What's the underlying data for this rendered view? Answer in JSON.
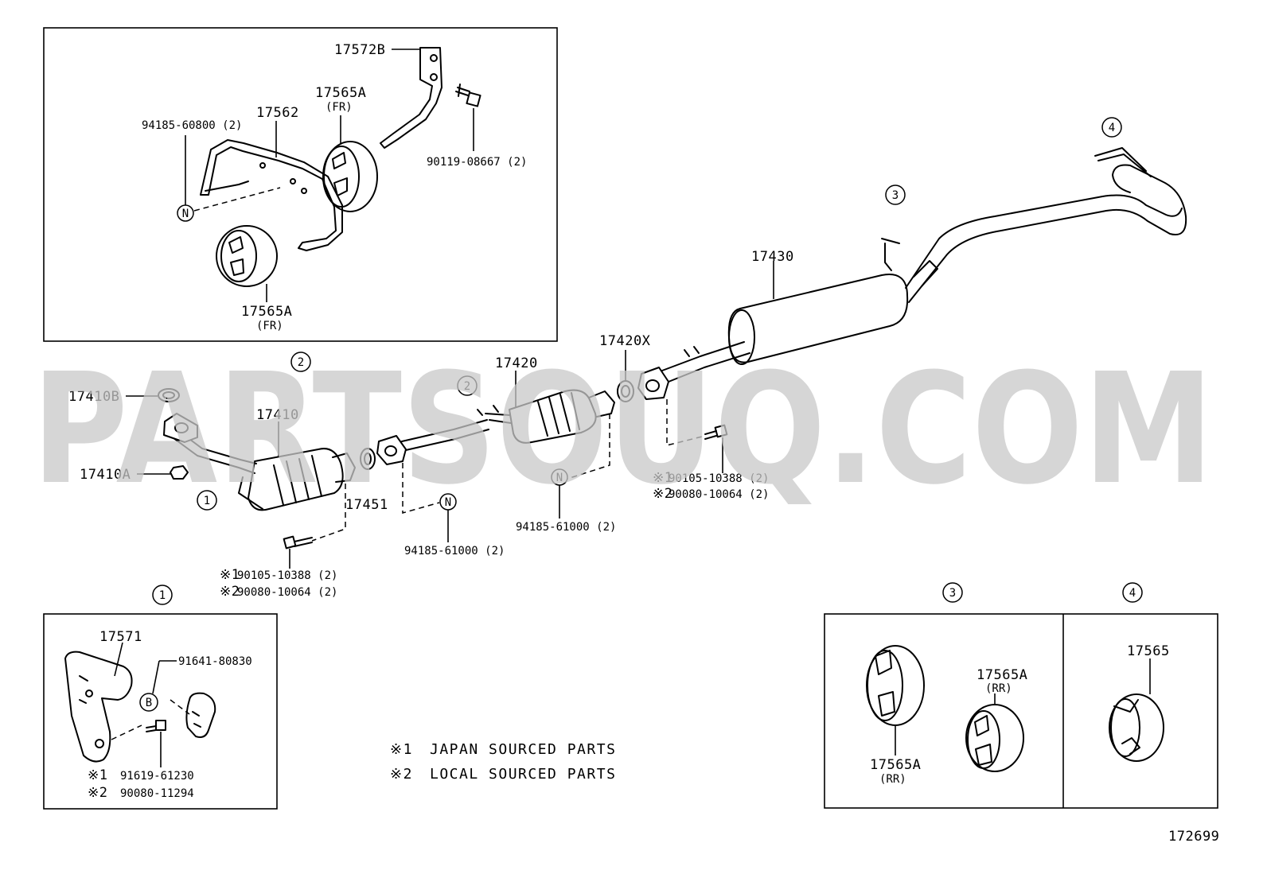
{
  "watermark": "PARTSOUQ.COM",
  "drawing_number": "172699",
  "notes": [
    {
      "mark": "※1",
      "text": "JAPAN SOURCED PARTS"
    },
    {
      "mark": "※2",
      "text": "LOCAL SOURCED PARTS"
    }
  ],
  "callouts": {
    "c1": "1",
    "c2": "2",
    "c3": "3",
    "c4": "4"
  },
  "symbols": {
    "n": "N",
    "b": "B"
  },
  "parts": {
    "p17572B": "17572B",
    "p17565A_fr_top": "17565A",
    "fr": "(FR)",
    "rr": "(RR)",
    "p17562": "17562",
    "p94185_60800": "94185-60800 (2)",
    "p90119_08667": "90119-08667 (2)",
    "p17565A_fr_bottom": "17565A",
    "p17430": "17430",
    "p17420X": "17420X",
    "p17420": "17420",
    "p17410B": "17410B",
    "p17410": "17410",
    "p17410A": "17410A",
    "p17451": "17451",
    "p94185_61000_a": "94185-61000 (2)",
    "p94185_61000_b": "94185-61000 (2)",
    "p90105_10388_a": "90105-10388 (2)",
    "p90080_10064_a": "90080-10064 (2)",
    "p90105_10388_b": "90105-10388 (2)",
    "p90080_10064_b": "90080-10064 (2)",
    "p17571": "17571",
    "p91641_80830": "91641-80830",
    "p91619_61230": "91619-61230",
    "p90080_11294": "90080-11294",
    "p17565A_rr_left": "17565A",
    "p17565A_rr_right": "17565A",
    "p17565": "17565"
  },
  "marks": {
    "m1": "※1",
    "m2": "※2"
  }
}
